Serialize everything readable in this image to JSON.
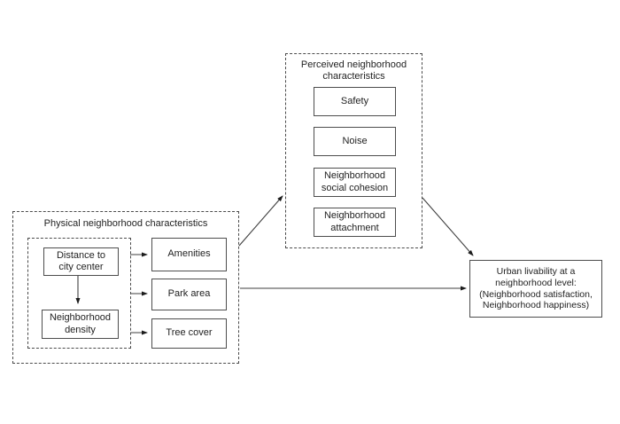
{
  "physical_group": {
    "title": "Physical neighborhood characteristics",
    "drivers": [
      "Distance to\ncity center",
      "Neighborhood\ndensity"
    ],
    "outputs": [
      "Amenities",
      "Park area",
      "Tree cover"
    ]
  },
  "perceived_group": {
    "title": "Perceived neighborhood\ncharacteristics",
    "items": [
      "Safety",
      "Noise",
      "Neighborhood\nsocial cohesion",
      "Neighborhood\nattachment"
    ]
  },
  "outcome_box": {
    "label": "Urban livability at a\nneighborhood level:\n(Neighborhood satisfaction,\nNeighborhood happiness)"
  },
  "colors": {
    "background": "#ffffff",
    "box_border": "#4d4d4d",
    "text": "#1f1f1f",
    "arrow": "#3f3f3f"
  }
}
